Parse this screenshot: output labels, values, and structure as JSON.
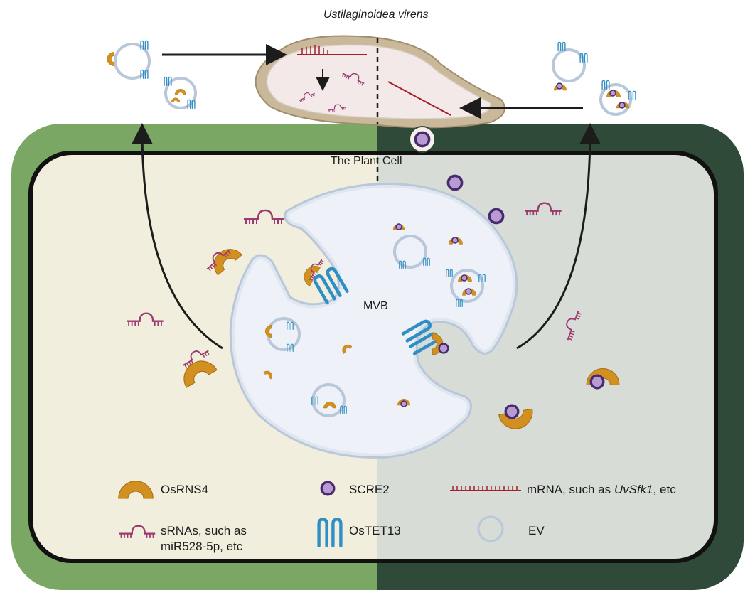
{
  "organism_label": "Ustilaginoidea virens",
  "cell_label": "The Plant Cell",
  "mvb_label": "MVB",
  "legend": {
    "osrns4": "OsRNS4",
    "scre2": "SCRE2",
    "mrna_prefix": "mRNA, such as ",
    "mrna_italic": "UvSfk1",
    "mrna_suffix": ", etc",
    "srnas_line1": "sRNAs, such as",
    "srnas_line2": "miR528-5p, etc",
    "ostet13": "OsTET13",
    "ev": "EV"
  },
  "colors": {
    "cell_wall_left": "#7aa764",
    "cell_wall_right": "#2f4a38",
    "cytoplasm_left": "#f1eedd",
    "cytoplasm_right": "#d7dcd6",
    "osrns4": "#d1901f",
    "scre2": "#b89bd4",
    "scre2_outline": "#4a2a6e",
    "rna": "#9c3b6e",
    "mrna": "#a21f2b",
    "ostet13": "#2f8fc4",
    "vesicle": "#b9c7da"
  }
}
